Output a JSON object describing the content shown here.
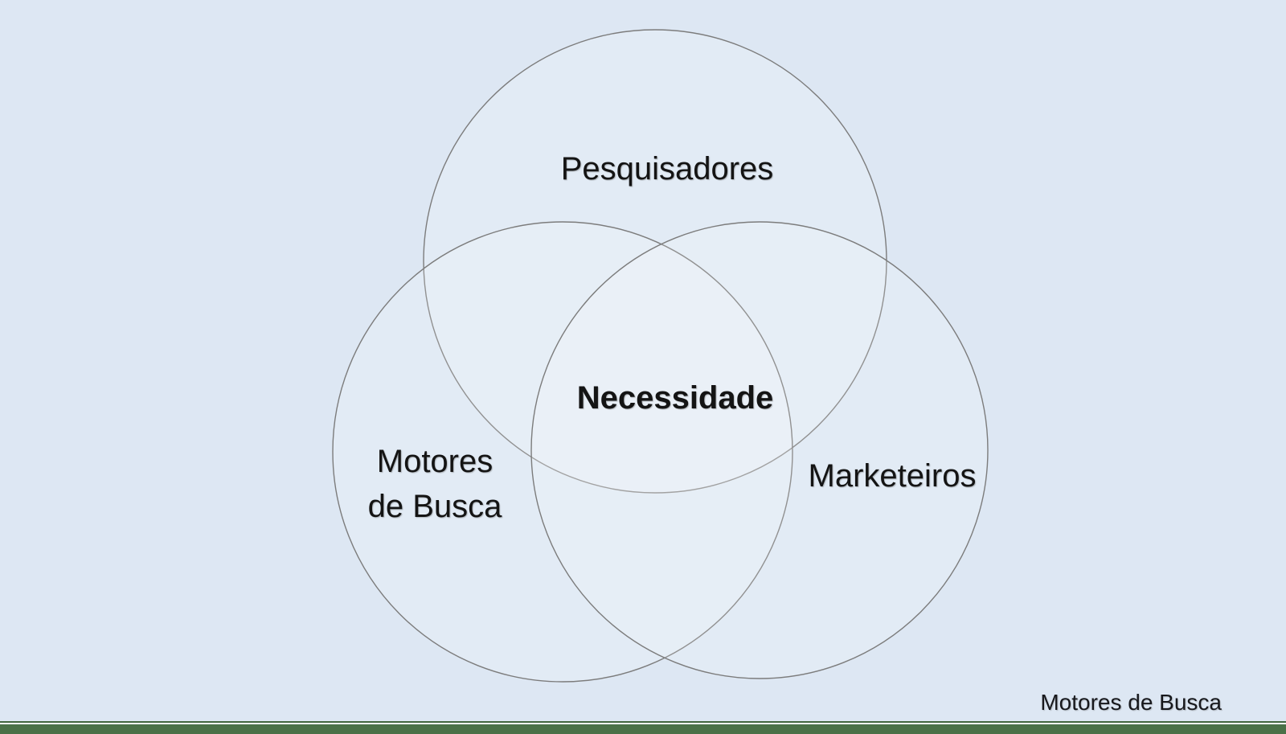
{
  "slide": {
    "background_color": "#dde7f3",
    "circle_stroke_color": "#7c7c7c",
    "text_color": "#141414",
    "footer_bar_color": "#4a7148",
    "footer_line_dark_color": "#42663f",
    "footer_line_light_color": "#eef3f9",
    "footer_caption": "Motores de Busca"
  },
  "venn": {
    "type": "venn-diagram",
    "top_circle": {
      "label": "Pesquisadores"
    },
    "left_circle": {
      "label_line1": "Motores",
      "label_line2": "de Busca",
      "label": "Motores de Busca"
    },
    "right_circle": {
      "label": "Marketeiros"
    },
    "center": {
      "label": "Necessidade"
    }
  }
}
